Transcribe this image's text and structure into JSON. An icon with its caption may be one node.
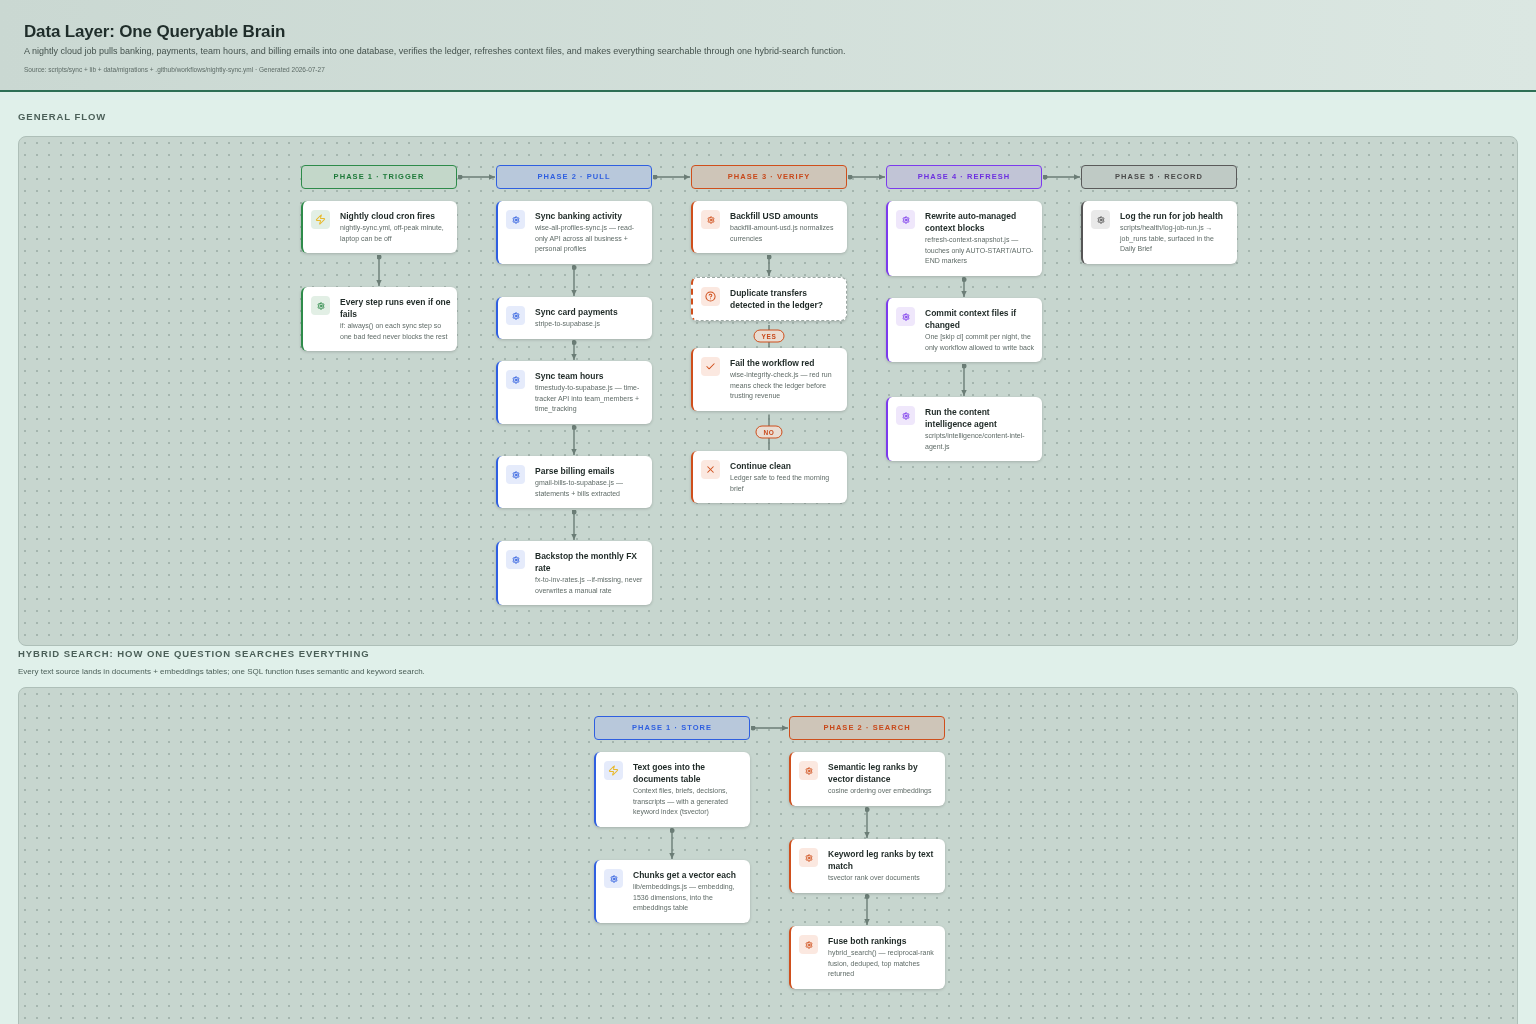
{
  "diagram": {
    "title": "Data Layer: One Queryable Brain",
    "nodes": [
      {
        "text": [
          "GENERAL FLOW"
        ]
      },
      {
        "text": [
          "PHASE 1 · TRIGGER"
        ],
        "in": 0
      },
      {
        "text": [
          "Nightly cloud cron fires",
          "nightly-sync.yml, off-peak minute, laptop can be off"
        ],
        "in": 0
      },
      {
        "text": [
          "Every step runs even if one fails",
          "if: always() on each sync step so one bad feed never blocks the rest"
        ],
        "in": 0
      },
      {
        "text": [
          "PHASE 2 · PULL"
        ],
        "in": 0
      },
      {
        "text": [
          "Sync banking activity",
          "wise-all-profiles-sync.js — read-only API across all business + personal profiles"
        ],
        "in": 0
      },
      {
        "text": [
          "Sync card payments",
          "stripe-to-supabase.js"
        ],
        "in": 0
      },
      {
        "text": [
          "Sync team hours",
          "timestudy-to-supabase.js — time-tracker API into team_members + time_tracking"
        ],
        "in": 0
      },
      {
        "text": [
          "Parse billing emails",
          "gmail-bills-to-supabase.js — statements + bills extracted"
        ],
        "in": 0
      },
      {
        "text": [
          "Backstop the monthly FX rate",
          "fx-to-inv-rates.js --if-missing, never overwrites a manual rate"
        ],
        "in": 0
      },
      {
        "text": [
          "PHASE 3 · VERIFY"
        ],
        "in": 0
      },
      {
        "text": [
          "Backfill USD amounts",
          "backfill-amount-usd.js normalizes currencies"
        ],
        "in": 0
      },
      {
        "text": [
          "Duplicate transfers detected in the ledger?"
        ],
        "in": 0
      },
      {
        "text": [
          "Fail the workflow red",
          "wise-integrity-check.js — red run means check the ledger before trusting revenue"
        ],
        "in": 0
      },
      {
        "text": [
          "Continue clean",
          "Ledger safe to feed the morning brief"
        ],
        "in": 0
      },
      {
        "text": [
          "PHASE 4 · REFRESH"
        ],
        "in": 0
      },
      {
        "text": [
          "Rewrite auto-managed context blocks",
          "refresh-context-snapshot.js — touches only AUTO-START/AUTO-END markers"
        ],
        "in": 0
      },
      {
        "text": [
          "Commit context files if changed",
          "One [skip ci] commit per night, the only workflow allowed to write back"
        ],
        "in": 0
      },
      {
        "text": [
          "Run the content intelligence agent",
          "scripts/intelligence/content-intel-agent.js"
        ],
        "in": 0
      },
      {
        "text": [
          "PHASE 5 · RECORD"
        ],
        "in": 0
      },
      {
        "text": [
          "Log the run for job health",
          "scripts/health/log-job-run.js → job_runs table, surfaced in the Daily Brief"
        ],
        "in": 0
      },
      {
        "text": [
          "HYBRID SEARCH: HOW ONE QUESTION SEARCHES EVERYTHING",
          "Every text source lands in documents + embeddings tables; one SQL function fuses semantic and keyword search."
        ]
      },
      {
        "text": [
          "PHASE 1 · STORE"
        ],
        "in": 21
      },
      {
        "text": [
          "Text goes into the documents table",
          "Context files, briefs, decisions, transcripts — with a generated keyword index (tsvector)"
        ],
        "in": 21
      },
      {
        "text": [
          "Chunks get a vector each",
          "lib/embeddings.js — embedding, 1536 dimensions, into the embeddings table"
        ],
        "in": 21
      },
      {
        "text": [
          "PHASE 2 · SEARCH"
        ],
        "in": 21
      },
      {
        "text": [
          "Semantic leg ranks by vector distance",
          "cosine ordering over embeddings"
        ],
        "in": 21
      },
      {
        "text": [
          "Keyword leg ranks by text match",
          "tsvector rank over documents"
        ],
        "in": 21
      },
      {
        "text": [
          "Fuse both rankings",
          "hybrid_search() — reciprocal-rank fusion, deduped, top matches returned"
        ],
        "in": 21
      }
    ],
    "edges": [
      {
        "from": 1,
        "to": 4,
        "arrow": "to"
      },
      {
        "from": 4,
        "to": 10,
        "arrow": "to"
      },
      {
        "from": 10,
        "to": 15,
        "arrow": "to"
      },
      {
        "from": 15,
        "to": 19,
        "arrow": "to"
      },
      {
        "from": 2,
        "to": 3,
        "arrow": "to"
      },
      {
        "from": 5,
        "to": 6,
        "arrow": "to"
      },
      {
        "from": 6,
        "to": 7,
        "arrow": "to"
      },
      {
        "from": 7,
        "to": 8,
        "arrow": "to"
      },
      {
        "from": 8,
        "to": 9,
        "arrow": "to"
      },
      {
        "from": 11,
        "to": 12,
        "arrow": "to"
      },
      {
        "from": 12,
        "to": 13,
        "arrow": "none",
        "label": "YES"
      },
      {
        "from": 13,
        "to": 14,
        "arrow": "none",
        "label": "NO"
      },
      {
        "from": 16,
        "to": 17,
        "arrow": "to"
      },
      {
        "from": 17,
        "to": 18,
        "arrow": "to"
      },
      {
        "from": 22,
        "to": 25,
        "arrow": "to"
      },
      {
        "from": 23,
        "to": 24,
        "arrow": "to"
      },
      {
        "from": 26,
        "to": 27,
        "arrow": "to"
      },
      {
        "from": 27,
        "to": 28,
        "arrow": "to"
      }
    ],
    "labels": [
      "A nightly cloud job pulls banking, payments, team hours, and billing emails into one database, verifies the ledger, refreshes context files, and makes everything searchable through one hybrid-search function.",
      "Source: scripts/sync + lib + data/migrations + .github/workflows/nightly-sync.yml · Generated 2026-07-27"
    ]
  }
}
